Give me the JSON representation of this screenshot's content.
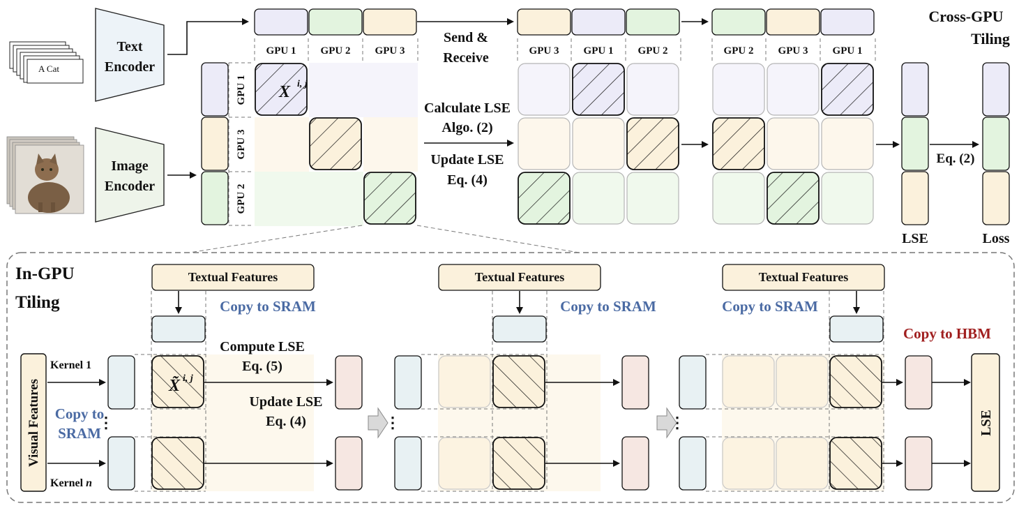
{
  "colors": {
    "gpu1": "#ecebf8",
    "gpu2": "#e3f4df",
    "gpu3": "#fbf1dc",
    "sram": "#e8f1f3",
    "lse_out": "#f6e7e2",
    "blue_text": "#4a6aa3",
    "red_text": "#a01f1f"
  },
  "inputs": {
    "text_card_label": "A Cat",
    "text_encoder": [
      "Text",
      "Encoder"
    ],
    "image_encoder": [
      "Image",
      "Encoder"
    ]
  },
  "cross_gpu": {
    "title": [
      "Cross-GPU",
      "Tiling"
    ],
    "col_group1": [
      "GPU 1",
      "GPU 2",
      "GPU 3"
    ],
    "col_group2": [
      "GPU 3",
      "GPU 1",
      "GPU 2"
    ],
    "col_group3": [
      "GPU 2",
      "GPU 3",
      "GPU 1"
    ],
    "row_labels": [
      "GPU 1",
      "GPU 3",
      "GPU 2"
    ],
    "send_receive": [
      "Send &",
      "Receive"
    ],
    "calc_lse": [
      "Calculate LSE",
      "Algo. (2)"
    ],
    "update_lse": [
      "Update LSE",
      "Eq. (4)"
    ],
    "cell_symbol": "X",
    "cell_superscript": "i, j",
    "eq2": "Eq. (2)",
    "lse_label": "LSE",
    "loss_label": "Loss"
  },
  "in_gpu": {
    "title": [
      "In-GPU",
      "Tiling"
    ],
    "textual_features": "Textual Features",
    "copy_to_sram": "Copy to SRAM",
    "copy_to_hbm": "Copy to HBM",
    "copy_to_sram_left": [
      "Copy to",
      "SRAM"
    ],
    "compute_lse": [
      "Compute LSE",
      "Eq. (5)"
    ],
    "update_lse": [
      "Update LSE",
      "Eq. (4)"
    ],
    "visual_features": "Visual Features",
    "kernel_1": "Kernel 1",
    "kernel_n": "Kernel n",
    "tilde_symbol": "X̃",
    "tilde_superscript": "i, j",
    "ellipsis": "⋮",
    "lse_box": "LSE"
  }
}
